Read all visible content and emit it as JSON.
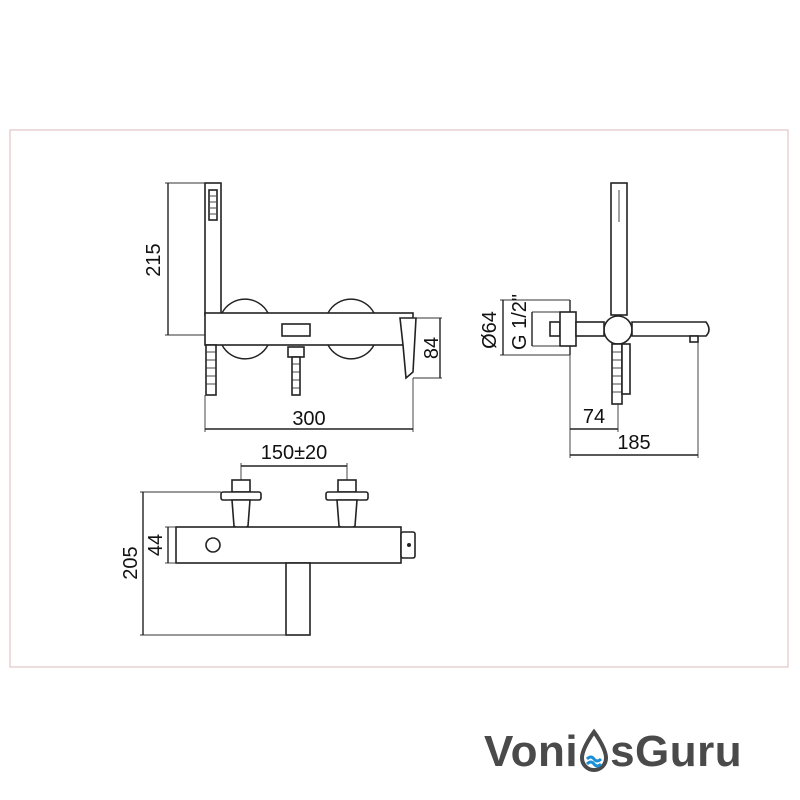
{
  "dimensions": {
    "hand_shower_height": "215",
    "body_height_front": "84",
    "overall_width": "300",
    "outlet_diameter": "Ø64",
    "thread": "G 1/2\"",
    "wall_to_axis": "74",
    "projection": "185",
    "center_distance": "150±20",
    "total_height_top": "205",
    "body_height_top": "44"
  },
  "logo": {
    "part1": "Voni",
    "part2": "sGuru",
    "accent_color": "#1a8fd6",
    "text_color": "#4a4a4a"
  },
  "colors": {
    "line": "#222222",
    "frame": "#e2c6c6"
  }
}
